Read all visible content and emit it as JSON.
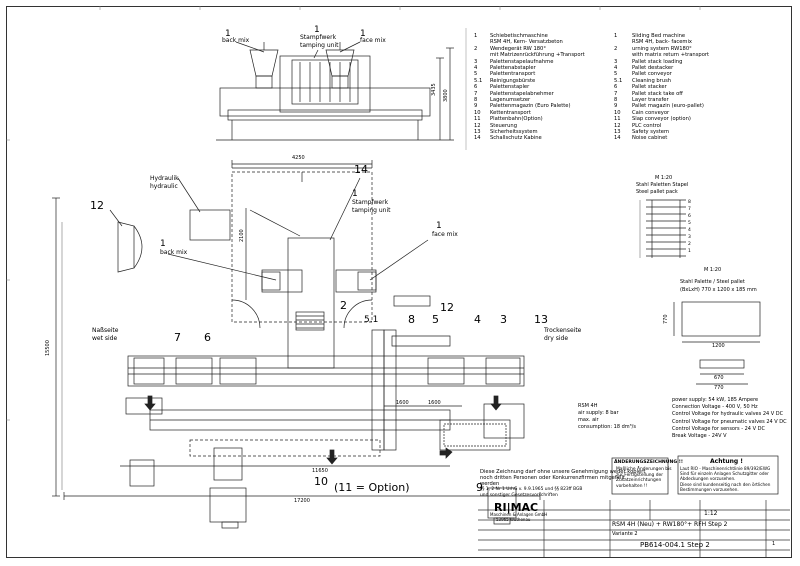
{
  "top_view_labels": {
    "back_mix_num": "1",
    "back_mix": "back mix",
    "stampfwerk_num": "1",
    "stampfwerk": "Stampfwerk",
    "tamping_unit": "tamping unit",
    "face_mix_num": "1",
    "face_mix": "face mix",
    "dim_a": "3435",
    "dim_b": "3800"
  },
  "plan_labels": {
    "hydraulik": "Hydraulik",
    "hydraulic": "hydraulic",
    "n12_left": "12",
    "n14": "14",
    "n1_stamp": "1",
    "stampfwerk": "Stampfwerk",
    "tamping_unit": "tamping unit",
    "n1_back": "1",
    "back_mix": "back mix",
    "n1_face": "1",
    "face_mix": "face mix",
    "nassseite": "Naßseite",
    "wet_side": "wet side",
    "trockenseite": "Trockenseite",
    "dry_side": "dry side",
    "n2": "2",
    "n5_1": "5.1",
    "n8": "8",
    "n5": "5",
    "n12_mid": "12",
    "n4": "4",
    "n3": "3",
    "n13": "13",
    "n7": "7",
    "n6": "6",
    "n10": "10",
    "n9": "9",
    "option_note": "(11 = Option)",
    "dim_4250": "4250",
    "dim_2100": "2100",
    "dim_15500": "15500",
    "dim_11650": "11650",
    "dim_17200": "17200",
    "dim_1600a": "1600",
    "dim_1600b": "1600",
    "rsm_air": "RSM 4H",
    "air_supply": "air supply: 8 bar",
    "air_max": "max. air",
    "air_consumption": "consumption: 18 dm³/s"
  },
  "legend": [
    {
      "num": "1",
      "de": "Schiebetischmaschine",
      "en": "Sliding Bed machine"
    },
    {
      "num": "",
      "de": "RSM 4H, Kern- Versatzbeton",
      "en": "RSM 4H, back- facemix"
    },
    {
      "num": "2",
      "de": "Wendegerät RW 180°",
      "en": "urning system RW180°"
    },
    {
      "num": "",
      "de": "mit Matrizenrückführung +Transport",
      "en": "with matrix return +transport"
    },
    {
      "num": "3",
      "de": "Palettenstapelaufnahme",
      "en": "Pallet stack loading"
    },
    {
      "num": "4",
      "de": "Palettenabstapler",
      "en": "Pallet destacker"
    },
    {
      "num": "5",
      "de": "Palettentransport",
      "en": "Pallet conveyor"
    },
    {
      "num": "5.1",
      "de": "Reinigungsbürste",
      "en": "Cleaning brush"
    },
    {
      "num": "6",
      "de": "Palettenstapler",
      "en": "Pallet stacker"
    },
    {
      "num": "7",
      "de": "Palettenstapelabnehmer",
      "en": "Pallet stack take off"
    },
    {
      "num": "8",
      "de": "Lagenumsetzer",
      "en": "Layer transfer"
    },
    {
      "num": "9",
      "de": "Palettenmagazin (Euro Palette)",
      "en": "Pallet magazin (euro-pallet)"
    },
    {
      "num": "10",
      "de": "Kettentransport",
      "en": "Cain conveyor"
    },
    {
      "num": "11",
      "de": "Plattenbahn(Option)",
      "en": "Slap conveyor (option)"
    },
    {
      "num": "12",
      "de": "Steuerung",
      "en": "PLC control"
    },
    {
      "num": "13",
      "de": "Sicherheitssystem",
      "en": "Safety system"
    },
    {
      "num": "14",
      "de": "Schallschutz Kabine",
      "en": "Noise cabinet"
    }
  ],
  "pallet_pack": {
    "scale": "M 1:20",
    "title_de": "Stahl Paletten Stapel",
    "title_en": "Steel pallet pack",
    "levels": [
      "8",
      "7",
      "6",
      "5",
      "4",
      "3",
      "2",
      "1"
    ]
  },
  "steel_pallet": {
    "scale": "M 1:20",
    "title": "Stahl Palette / Steel pallet",
    "size": "(BxLxH) 770 x 1200 x 185 mm",
    "dim_w": "1200",
    "dim_h": "770",
    "dim_670": "670",
    "dim_770": "770"
  },
  "power": [
    "power supply: 54 kW, 185 Ampere",
    "Connection Voltage - 400 V, 50 Hz",
    "Control Voltage for hydraulic valves 24 V DC",
    "Control Voltage for pneumatic valves 24 V DC",
    "Control Voltage for sensors - 24 V DC",
    "Break Voltage - 24V V"
  ],
  "notice_left": {
    "title": "ÄNDERUNGSZEICHNUNG !!",
    "lines": [
      "Maßliche Änderungen bis",
      "zur Fertigstellung der",
      "Zusatzeinrichtungen",
      "vorbehalten !!"
    ]
  },
  "notice_right": {
    "title": "Achtung !",
    "lines": [
      "Laut RIO - Maschinenrichtlinie 89/392/EWG",
      "Sind für einzeln Anlagen Schutzgitter oder",
      "Abdeckungen vorzusehen.",
      "Diese sind kundenseitig nach den örtlichen",
      "Bestimmungen vorzusehen."
    ]
  },
  "copyright": [
    "Diese Zeichnung darf ohne unsere Genehmigung weder kopiert",
    "noch dritten Personen oder Konkurrenzfirmen mitgeteilt",
    "werden",
    "§§ 1, 2 Nr 1 UrhG v. 9.9.1965 und §§ 823ff BGB",
    "und sonstiger Gesetzesvorschriften"
  ],
  "title_block": {
    "company": "RI|MAC",
    "company_sub1": "Maschinen & Anlagen GmbH",
    "company_sub2": "53965 Wuthenau",
    "title": "RSM 4H (Neu) + RW180°+ RFH Step 2",
    "variant": "Variante 2",
    "drawing_no": "PB614-004.1 Step 2",
    "scale": "1:12",
    "sheet": "1"
  }
}
